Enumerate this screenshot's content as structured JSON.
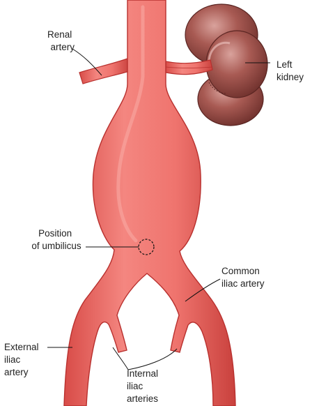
{
  "labels": {
    "renal_artery": [
      "Renal",
      "artery"
    ],
    "left_kidney": [
      "Left",
      "kidney"
    ],
    "position_of_umbilicus": [
      "Position",
      "of umbilicus"
    ],
    "common_iliac_artery": [
      "Common",
      "iliac artery"
    ],
    "external_iliac_artery": [
      "External",
      "iliac",
      "artery"
    ],
    "internal_iliac_arteries": [
      "Internal",
      "iliac",
      "arteries"
    ]
  },
  "colors": {
    "artery": "#ec6a64",
    "artery_edge": "#b8302e",
    "kidney": "#9c4e48",
    "kidney_edge": "#5a2522",
    "kidney_highlight": "#c98c86"
  }
}
